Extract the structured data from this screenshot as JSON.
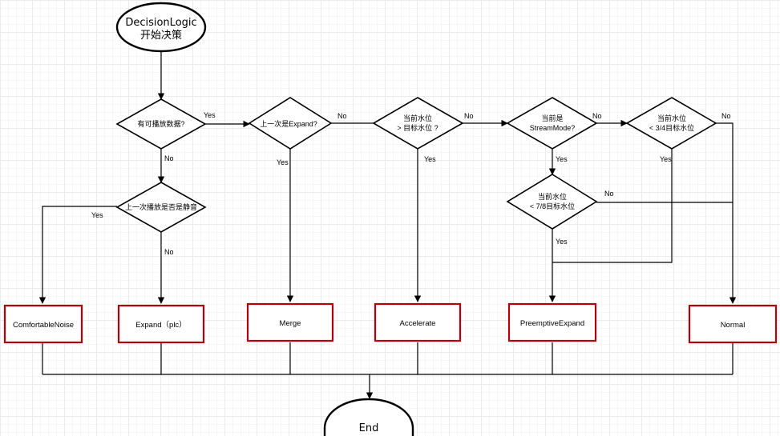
{
  "start": {
    "line1": "DecisionLogic",
    "line2": "开始决策"
  },
  "end": {
    "label": "End"
  },
  "decisions": {
    "d1": {
      "text": "有可播放数据?"
    },
    "d2": {
      "text": "上一次播放是否是静音"
    },
    "d3": {
      "text": "上一次是Expand?"
    },
    "d4": {
      "line1": "当前水位",
      "line2": "> 目标水位 ?"
    },
    "d5": {
      "line1": "当前是",
      "line2": "StreamMode?"
    },
    "d6": {
      "line1": "当前水位",
      "line2": "< 3/4目标水位"
    },
    "d7": {
      "line1": "当前水位",
      "line2": "< 7/8目标水位"
    }
  },
  "processes": {
    "comfortable_noise": "ComfortableNoise",
    "expand_plc": "Expand（plc）",
    "merge": "Merge",
    "accelerate": "Accelerate",
    "preemptive_expand": "PreemptiveExpand",
    "normal": "Normal"
  },
  "edge_labels": {
    "d1_yes": "Yes",
    "d1_no": "No",
    "d2_yes": "Yes",
    "d2_no": "No",
    "d3_no": "No",
    "d3_yes": "Yes",
    "d4_no": "No",
    "d4_yes": "Yes",
    "d5_no": "No",
    "d5_yes": "Yes",
    "d6_no": "No",
    "d6_yes": "Yes",
    "d7_no": "No",
    "d7_yes": "Yes"
  },
  "colors": {
    "process_border": "#b3000c",
    "line": "#000000"
  }
}
